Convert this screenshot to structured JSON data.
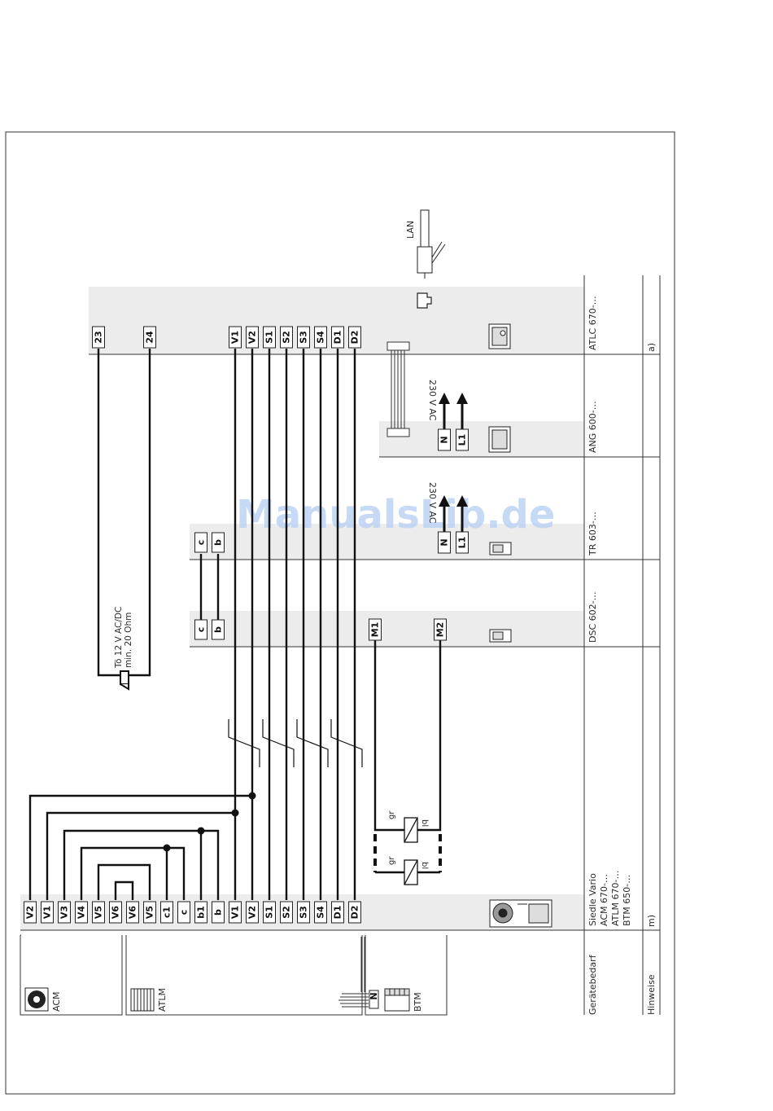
{
  "watermark": "ManualsLib.de",
  "lan_label": "LAN",
  "bus_top": {
    "power_terms": [
      "23",
      "24"
    ],
    "signal_terms": [
      "V1",
      "V2",
      "S1",
      "S2",
      "S3",
      "S4",
      "D1",
      "D2"
    ]
  },
  "door_opener": {
    "line1": "Tö 12 V AC/DC",
    "line2": "min. 20 Ohm"
  },
  "tr_terms": {
    "c": "c",
    "b": "b",
    "n": "N",
    "l1": "L1"
  },
  "dsc_terms": {
    "c": "c",
    "b": "b",
    "m1": "M1",
    "m2": "M2"
  },
  "ang_terms": {
    "n": "N",
    "l1": "L1"
  },
  "mains_label": "230 V AC",
  "coil_labels": {
    "gr": "gr",
    "bl": "bl"
  },
  "bottom_terms": [
    "V2",
    "V1",
    "V3",
    "V4",
    "V5",
    "V6",
    "V6",
    "V5",
    "c1",
    "c",
    "b1",
    "b",
    "V1",
    "V2",
    "S1",
    "S2",
    "S3",
    "S4",
    "D1",
    "D2"
  ],
  "modules": {
    "acm": "ACM",
    "atlm": "ATLM",
    "btm": "BTM",
    "btm_n": "N"
  },
  "device_column": {
    "header": "Gerätebedarf",
    "items": [
      "ATLC 670-…",
      "ANG 600-…",
      "TR 603-…",
      "DSC 602-…"
    ],
    "vario": [
      "Siedle Vario",
      "ACM 670-…",
      "ATLM 670-…",
      "BTM 650-…"
    ]
  },
  "notes_column": {
    "header": "Hinweise",
    "a": "a)",
    "m": "m)"
  }
}
